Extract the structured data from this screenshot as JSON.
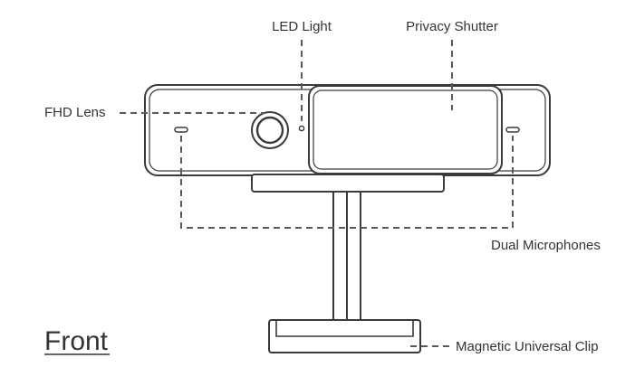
{
  "labels": {
    "led_light": "LED Light",
    "privacy_shutter": "Privacy Shutter",
    "fhd_lens": "FHD Lens",
    "dual_microphones": "Dual Microphones",
    "magnetic_clip": "Magnetic Universal Clip"
  },
  "view_title": "Front",
  "colors": {
    "line": "#3a3a3a",
    "text": "#333333",
    "background": "#ffffff"
  }
}
